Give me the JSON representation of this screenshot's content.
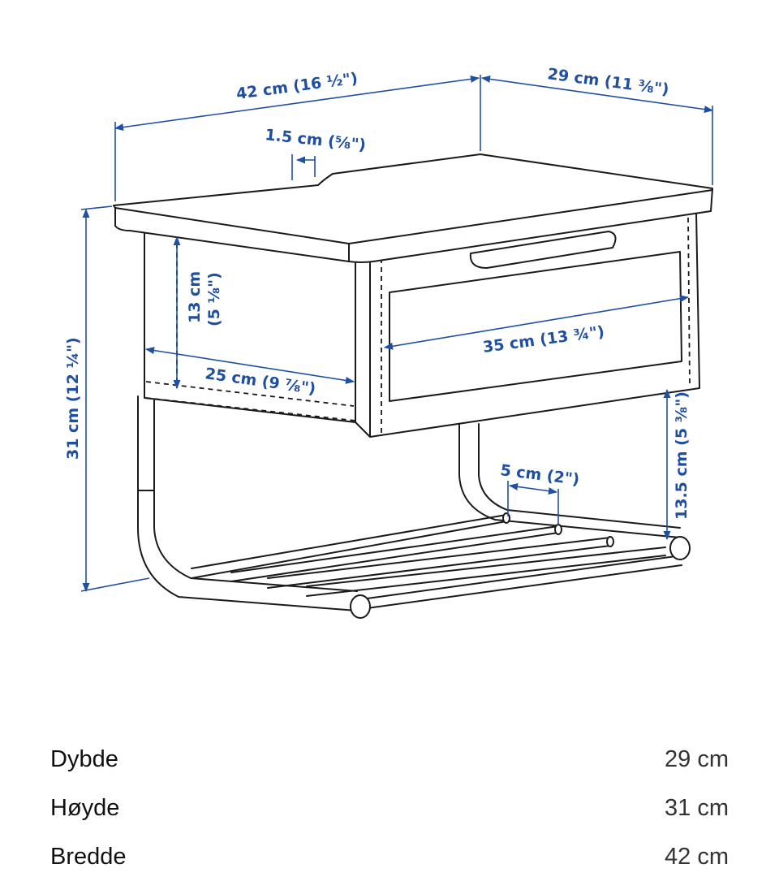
{
  "diagram": {
    "dimensions": {
      "width": "42 cm (16 ½\")",
      "depth": "29 cm (11 ⅜\")",
      "top_thickness": "1.5 cm (⅝\")",
      "drawer_height": "13 cm",
      "drawer_height_in": "(5 ⅛\")",
      "drawer_depth": "25 cm (9 ⅞\")",
      "drawer_width": "35 cm (13 ¾\")",
      "total_height": "31 cm (12 ¼\")",
      "rail_spacing": "5 cm (2\")",
      "shelf_clearance": "13.5 cm (5 ⅜\")"
    }
  },
  "specs": [
    {
      "label": "Dybde",
      "value": "29 cm"
    },
    {
      "label": "Høyde",
      "value": "31 cm"
    },
    {
      "label": "Bredde",
      "value": "42 cm"
    }
  ]
}
